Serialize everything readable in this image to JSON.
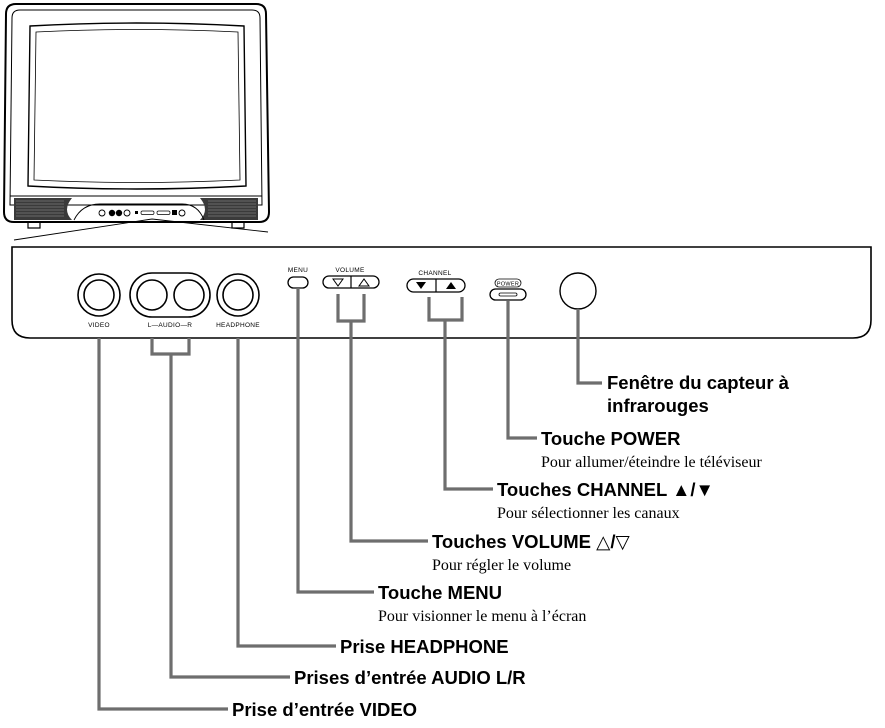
{
  "panel": {
    "video_label": "VIDEO",
    "audio_label": "L—AUDIO—R",
    "headphone_label": "HEADPHONE",
    "menu_label": "MENU",
    "volume_label": "VOLUME",
    "channel_label": "CHANNEL",
    "power_label": "POWER"
  },
  "callouts": {
    "ir": {
      "title_line1": "Fenêtre du capteur à",
      "title_line2": "infrarouges"
    },
    "power": {
      "title": "Touche POWER",
      "desc": "Pour allumer/éteindre le téléviseur"
    },
    "channel": {
      "title": "Touches CHANNEL ▲/▼",
      "desc": "Pour sélectionner les canaux"
    },
    "volume": {
      "title": "Touches VOLUME △/▽",
      "desc": "Pour régler le volume"
    },
    "menu": {
      "title": "Touche MENU",
      "desc": "Pour visionner le menu à l’écran"
    },
    "headphone": {
      "title": "Prise HEADPHONE"
    },
    "audio": {
      "title": "Prises d’entrée AUDIO L/R"
    },
    "video": {
      "title": "Prise d’entrée VIDEO"
    }
  }
}
